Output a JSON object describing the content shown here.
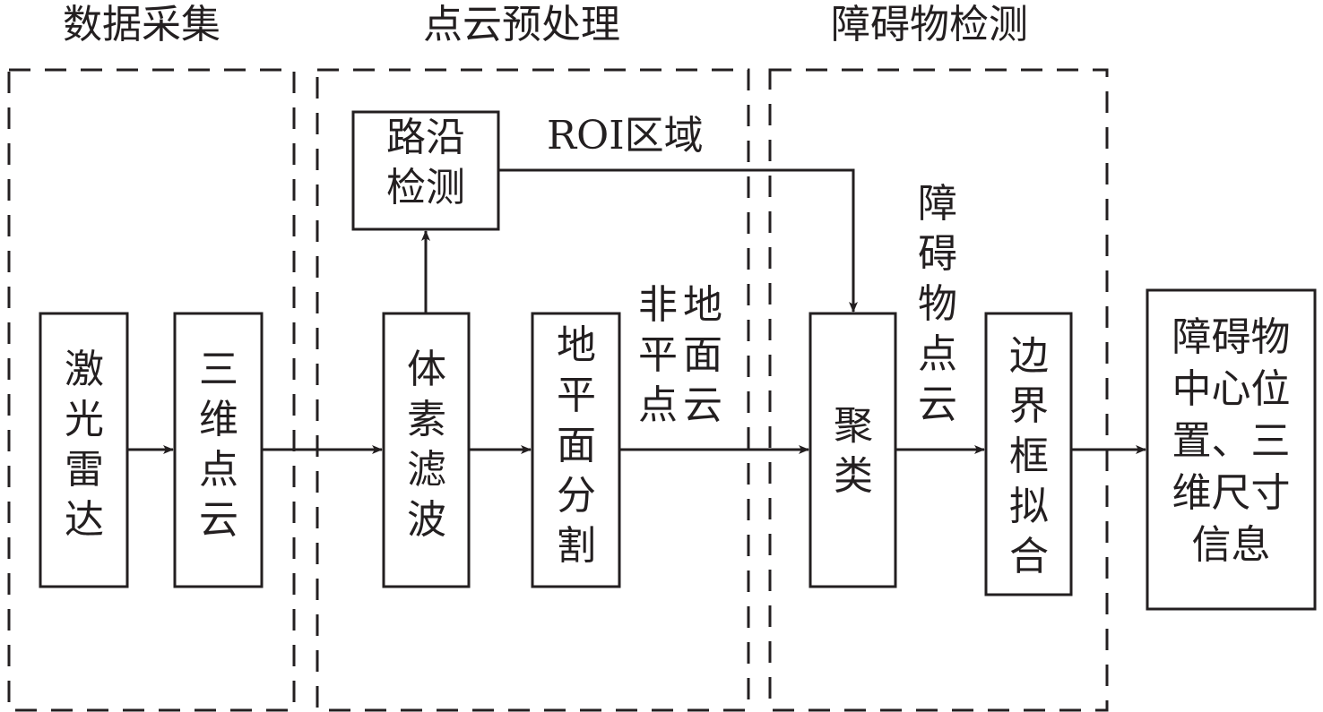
{
  "stages": [
    {
      "title": "数据采集"
    },
    {
      "title": "点云预处理"
    },
    {
      "title": "障碍物检测"
    }
  ],
  "nodes": {
    "lidar": "激光雷达",
    "pointcloud3d": "三维点云",
    "curb_detection": [
      "路沿",
      "检测"
    ],
    "voxel_filter": "体素滤波",
    "ground_segmentation": "地平面分割",
    "clustering": "聚类",
    "bbox_fitting": "边界框拟合",
    "output": [
      "障碍物",
      "中心位",
      "置、三",
      "维尺寸",
      "信息"
    ]
  },
  "edge_labels": {
    "roi": "ROI区域",
    "non_ground_col1": "非平点",
    "non_ground_col2": "地面云",
    "obstacle_points": "障碍物点云"
  },
  "colors": {
    "stroke": "#231f20",
    "background": "#ffffff"
  }
}
